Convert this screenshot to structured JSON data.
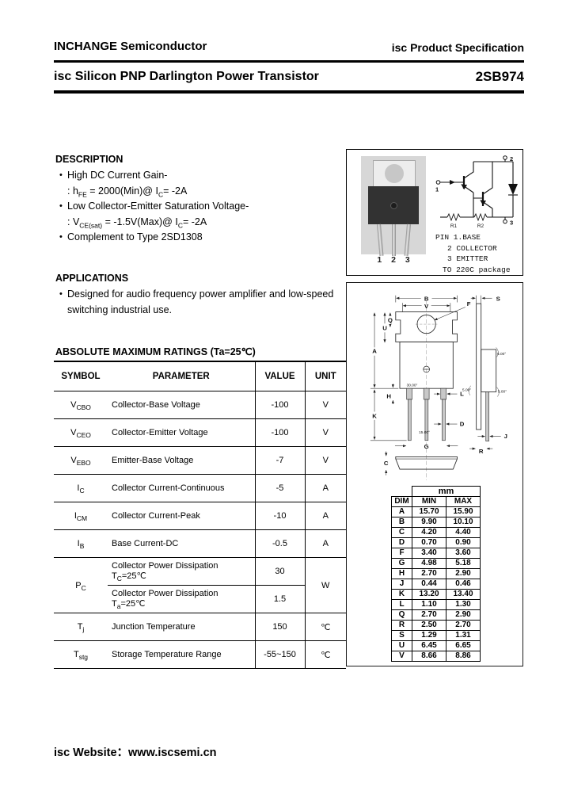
{
  "header": {
    "company": "INCHANGE Semiconductor",
    "spec": "isc Product Specification",
    "title": "isc Silicon PNP Darlington Power Transistor",
    "part": "2SB974"
  },
  "description": {
    "heading": "DESCRIPTION",
    "b1": "High DC Current Gain-",
    "b1_parts": {
      "pre": ": h",
      "sub": "FE",
      "mid": " = 2000(Min)@ I",
      "sub2": "C",
      "post": "= -2A"
    },
    "b2": "Low Collector-Emitter Saturation Voltage-",
    "b2_parts": {
      "pre": ": V",
      "sub": "CE(sat)",
      "mid": " = -1.5V(Max)@ I",
      "sub2": "C",
      "post": "= -2A"
    },
    "b3": "Complement to Type 2SD1308"
  },
  "applications": {
    "heading": "APPLICATIONS",
    "line1": "Designed for audio frequency power amplifier and low-speed",
    "line2": "switching industrial use."
  },
  "ratings": {
    "heading": "ABSOLUTE MAXIMUM RATINGS (Ta=25℃)",
    "columns": [
      "SYMBOL",
      "PARAMETER",
      "VALUE",
      "UNIT"
    ],
    "rows": [
      {
        "sym": "V",
        "sub": "CBO",
        "param": "Collector-Base Voltage",
        "value": "-100",
        "unit": "V"
      },
      {
        "sym": "V",
        "sub": "CEO",
        "param": "Collector-Emitter Voltage",
        "value": "-100",
        "unit": "V"
      },
      {
        "sym": "V",
        "sub": "EBO",
        "param": "Emitter-Base Voltage",
        "value": "-7",
        "unit": "V"
      },
      {
        "sym": "I",
        "sub": "C",
        "param": "Collector Current-Continuous",
        "value": "-5",
        "unit": "A"
      },
      {
        "sym": "I",
        "sub": "CM",
        "param": "Collector Current-Peak",
        "value": "-10",
        "unit": "A"
      },
      {
        "sym": "I",
        "sub": "B",
        "param": "Base Current-DC",
        "value": "-0.5",
        "unit": "A"
      }
    ],
    "pc": {
      "sym": "P",
      "sub": "C",
      "unit": "W",
      "sub_rows": [
        {
          "param": "Collector Power Dissipation",
          "cond_main": "T",
          "cond_sub": "C",
          "cond_rest": "=25℃",
          "value": "30"
        },
        {
          "param": "Collector Power Dissipation",
          "cond_main": "T",
          "cond_sub": "a",
          "cond_rest": "=25℃",
          "value": "1.5"
        }
      ]
    },
    "tail_rows": [
      {
        "sym": "T",
        "sub": "j",
        "param": "Junction Temperature",
        "value": "150",
        "unit": "℃"
      },
      {
        "sym": "T",
        "sub": "stg",
        "param": "Storage Temperature Range",
        "value": "-55~150",
        "unit": "℃"
      }
    ]
  },
  "package_box": {
    "photo_pins": "1 2 3",
    "pin_lines": [
      "PIN 1.BASE",
      "2 COLLECTOR",
      "3 EMITTER",
      "TO 220C package"
    ],
    "schematic_labels": {
      "t1": "1",
      "t2": "2",
      "t3": "3",
      "r1": "R1",
      "r2": "R2"
    }
  },
  "dimensions": {
    "unit_header": "mm",
    "col_dim": "DIM",
    "col_min": "MIN",
    "col_max": "MAX",
    "rows": [
      [
        "A",
        "15.70",
        "15.90"
      ],
      [
        "B",
        "9.90",
        "10.10"
      ],
      [
        "C",
        "4.20",
        "4.40"
      ],
      [
        "D",
        "0.70",
        "0.90"
      ],
      [
        "F",
        "3.40",
        "3.60"
      ],
      [
        "G",
        "4.98",
        "5.18"
      ],
      [
        "H",
        "2.70",
        "2.90"
      ],
      [
        "J",
        "0.44",
        "0.46"
      ],
      [
        "K",
        "13.20",
        "13.40"
      ],
      [
        "L",
        "1.10",
        "1.30"
      ],
      [
        "Q",
        "2.70",
        "2.90"
      ],
      [
        "R",
        "2.50",
        "2.70"
      ],
      [
        "S",
        "1.29",
        "1.31"
      ],
      [
        "U",
        "6.45",
        "6.65"
      ],
      [
        "V",
        "8.66",
        "8.86"
      ]
    ],
    "drawing_labels": {
      "B": "B",
      "V": "V",
      "F": "F",
      "Q": "Q",
      "U": "U",
      "A": "A",
      "H": "H",
      "K": "K",
      "L": "L",
      "D": "D",
      "G": "G",
      "C": "C",
      "S": "S",
      "J": "J",
      "R": "R",
      "ang30": "30.00°",
      "ang15": "15.00°",
      "ang5": "5.00°"
    }
  },
  "footer": {
    "website": "isc Website：www.iscsemi.cn"
  }
}
